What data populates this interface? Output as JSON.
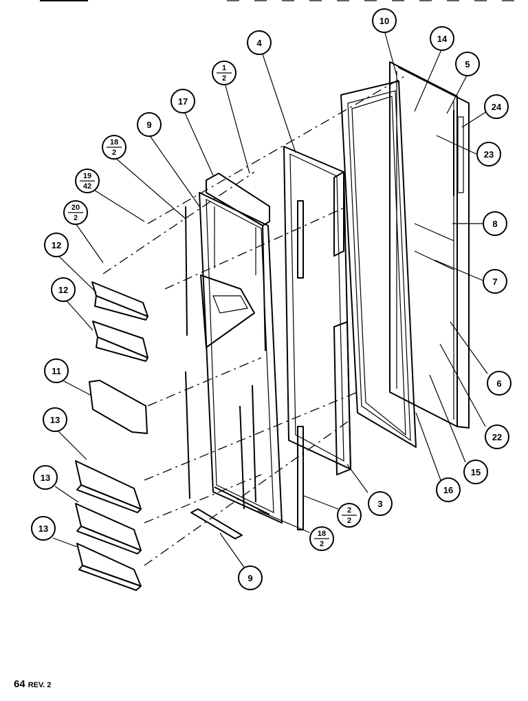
{
  "callouts": [
    {
      "id": "c10",
      "label": "10"
    },
    {
      "id": "c14",
      "label": "14"
    },
    {
      "id": "c4",
      "label": "4"
    },
    {
      "id": "c5",
      "label": "5"
    },
    {
      "id": "c1-2",
      "num": "1",
      "den": "2"
    },
    {
      "id": "c17",
      "label": "17"
    },
    {
      "id": "c24",
      "label": "24"
    },
    {
      "id": "c9a",
      "label": "9"
    },
    {
      "id": "c18-2a",
      "num": "18",
      "den": "2"
    },
    {
      "id": "c23",
      "label": "23"
    },
    {
      "id": "c19-42",
      "num": "19",
      "den": "42"
    },
    {
      "id": "c20-2",
      "num": "20",
      "den": "2"
    },
    {
      "id": "c8",
      "label": "8"
    },
    {
      "id": "c12a",
      "label": "12"
    },
    {
      "id": "c7",
      "label": "7"
    },
    {
      "id": "c12b",
      "label": "12"
    },
    {
      "id": "c6",
      "label": "6"
    },
    {
      "id": "c11",
      "label": "11"
    },
    {
      "id": "c22",
      "label": "22"
    },
    {
      "id": "c13a",
      "label": "13"
    },
    {
      "id": "c15",
      "label": "15"
    },
    {
      "id": "c13b",
      "label": "13"
    },
    {
      "id": "c16",
      "label": "16"
    },
    {
      "id": "c3",
      "label": "3"
    },
    {
      "id": "c2-2",
      "num": "2",
      "den": "2"
    },
    {
      "id": "c13c",
      "label": "13"
    },
    {
      "id": "c18-2b",
      "num": "18",
      "den": "2"
    },
    {
      "id": "c9b",
      "label": "9"
    }
  ],
  "footer": {
    "page": "64",
    "revision": "REV. 2"
  }
}
